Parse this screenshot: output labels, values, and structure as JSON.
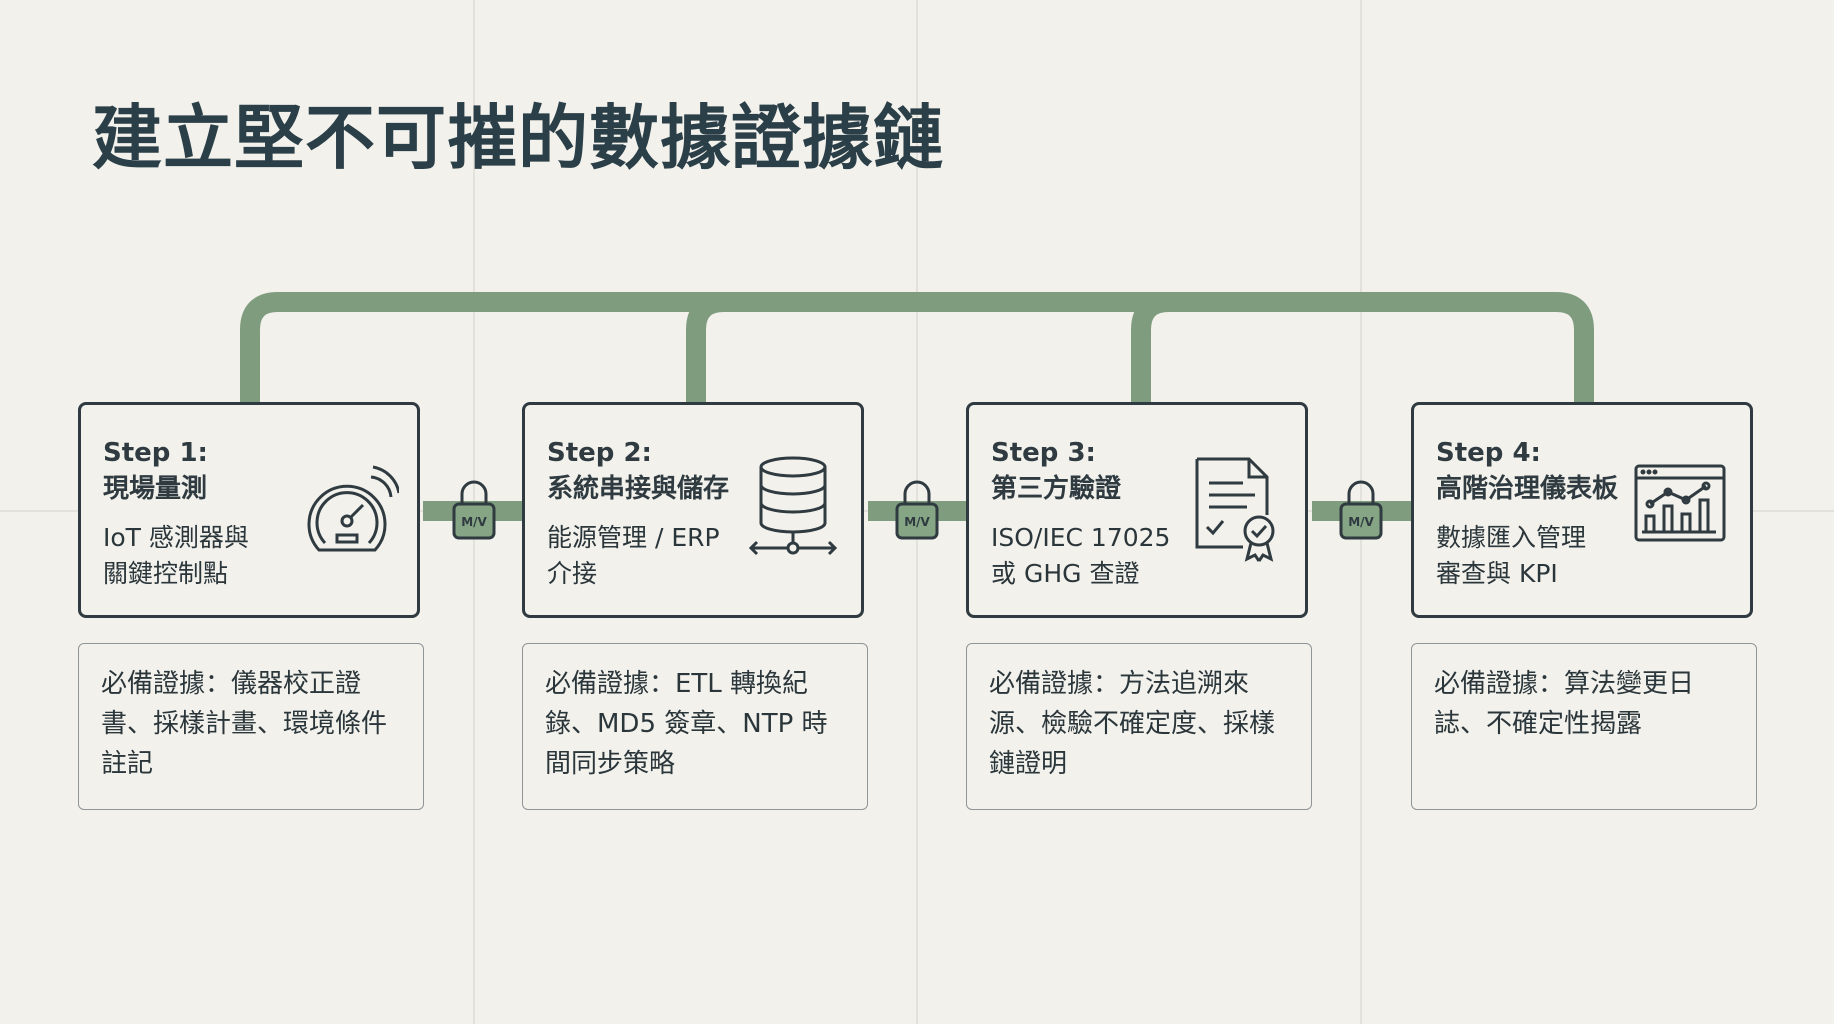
{
  "title": "建立堅不可摧的數據證據鏈",
  "colors": {
    "background": "#f2f1ec",
    "connector": "#7f9d7e",
    "border": "#2f3b40",
    "text": "#2b363b"
  },
  "steps": [
    {
      "step": "Step 1:",
      "name": "現場量測",
      "desc1": "IoT 感測器與",
      "desc2": "關鍵控制點",
      "icon": "gauge-wireless-icon",
      "evidence": "必備證據：儀器校正證書、採樣計畫、環境條件註記"
    },
    {
      "step": "Step 2:",
      "name": "系統串接與儲存",
      "desc1": "能源管理 / ERP",
      "desc2": "介接",
      "icon": "database-icon",
      "evidence": "必備證據：ETL 轉換紀錄、MD5 簽章、NTP 時間同步策略"
    },
    {
      "step": "Step 3:",
      "name": "第三方驗證",
      "desc1": "ISO/IEC 17025",
      "desc2": "或 GHG 查證",
      "icon": "certificate-document-icon",
      "evidence": "必備證據：方法追溯來源、檢驗不確定度、採樣鏈證明"
    },
    {
      "step": "Step 4:",
      "name": "高階治理儀表板",
      "desc1": "數據匯入管理",
      "desc2": "審查與 KPI",
      "icon": "dashboard-chart-icon",
      "evidence": "必備證據：算法變更日誌、不確定性揭露"
    }
  ],
  "lock_label": "M/V"
}
